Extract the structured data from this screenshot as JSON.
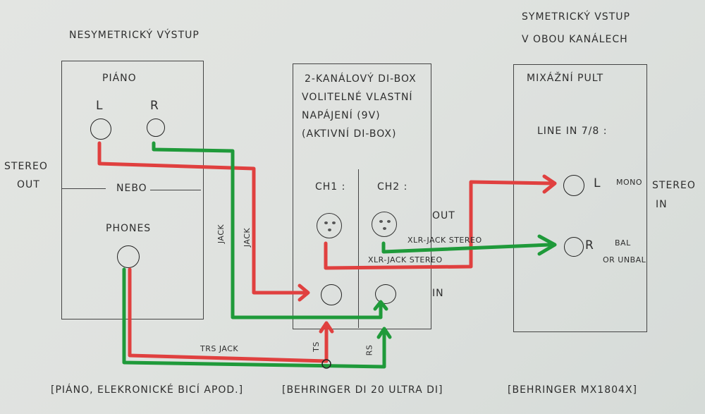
{
  "piano": {
    "heading": "NESYMETRICKÝ VÝSTUP",
    "title": "PIÁNO",
    "jack_left": "L",
    "jack_right": "R",
    "side_label_line1": "STEREO",
    "side_label_line2": "OUT",
    "divider": "NEBO",
    "phones": "PHONES",
    "caption": "[PIÁNO, ELEKRONICKÉ BICÍ APOD.]"
  },
  "dibox": {
    "line1": "2-KANÁLOVÝ DI-BOX",
    "line2": "VOLITELNÉ VLASTNÍ",
    "line3": "NAPÁJENÍ (9V)",
    "line4": "(AKTIVNÍ DI-BOX)",
    "ch1": "CH1 :",
    "ch2": "CH2 :",
    "out": "OUT",
    "in": "IN",
    "caption": "[BEHRINGER DI 20 ULTRA DI]"
  },
  "mixer": {
    "heading_line1": "SYMETRICKÝ VSTUP",
    "heading_line2": "V OBOU KANÁLECH",
    "title": "MIXÁŽNÍ PULT",
    "line_in": "LINE IN 7/8 :",
    "jack_left": "L",
    "jack_right": "R",
    "mono_note": "MONO",
    "bal_note_line1": "BAL",
    "bal_note_line2": "OR UNBAL",
    "side_label_line1": "STEREO",
    "side_label_line2": "IN",
    "caption": "[BEHRINGER MX1804X]"
  },
  "cables": {
    "jack_left": "JACK",
    "jack_right": "JACK",
    "trs": "TRS JACK",
    "ts": "TS",
    "rs": "RS",
    "xlr_ch2": "XLR-JACK STEREO",
    "xlr_ch1": "XLR-JACK STEREO"
  },
  "colors": {
    "left_channel": "#e0403f",
    "right_channel": "#1f9a3a"
  }
}
